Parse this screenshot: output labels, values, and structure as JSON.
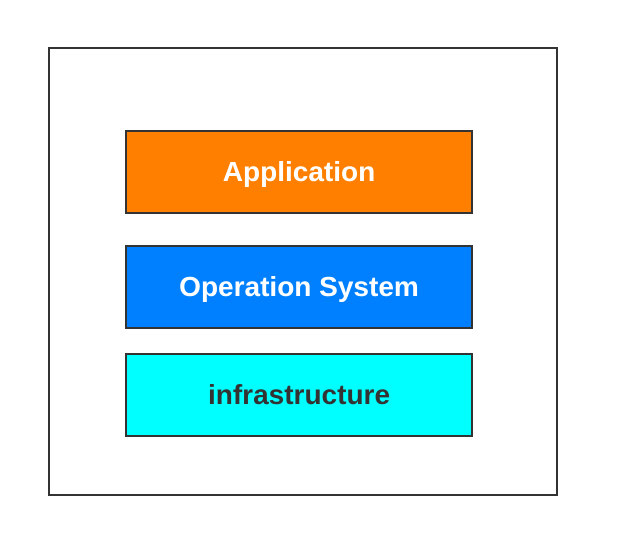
{
  "diagram": {
    "layers": [
      {
        "label": "Application",
        "color": "#ff8000",
        "text_color": "#ffffff"
      },
      {
        "label": "Operation System",
        "color": "#0080ff",
        "text_color": "#ffffff"
      },
      {
        "label": "infrastructure",
        "color": "#00ffff",
        "text_color": "#333333"
      }
    ]
  }
}
